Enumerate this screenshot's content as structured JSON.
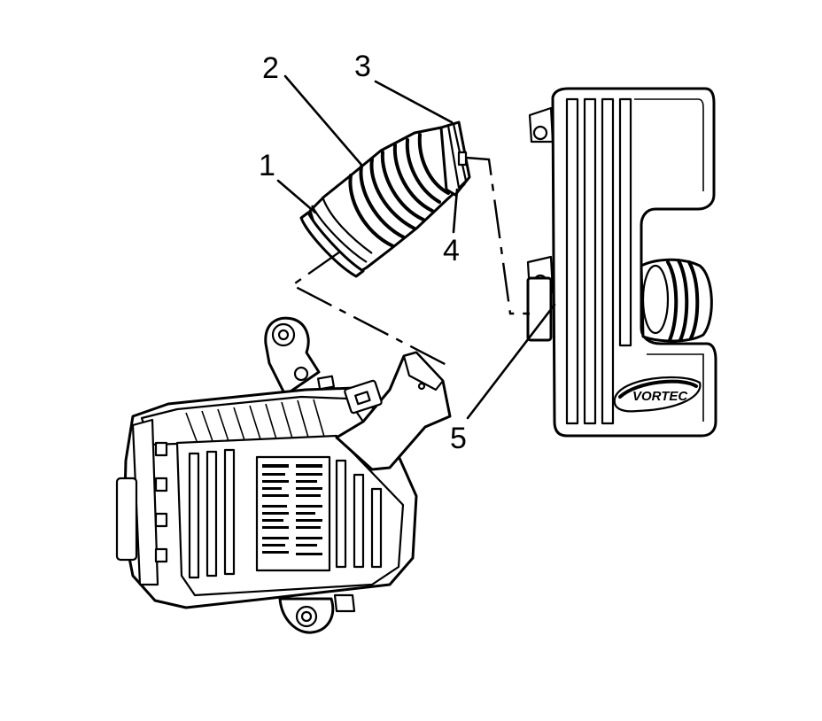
{
  "callouts": {
    "c1": "1",
    "c2": "2",
    "c3": "3",
    "c4": "4",
    "c5": "5"
  },
  "logo_text": "VORTEC",
  "colors": {
    "ink": "#000000",
    "paper": "#ffffff"
  }
}
